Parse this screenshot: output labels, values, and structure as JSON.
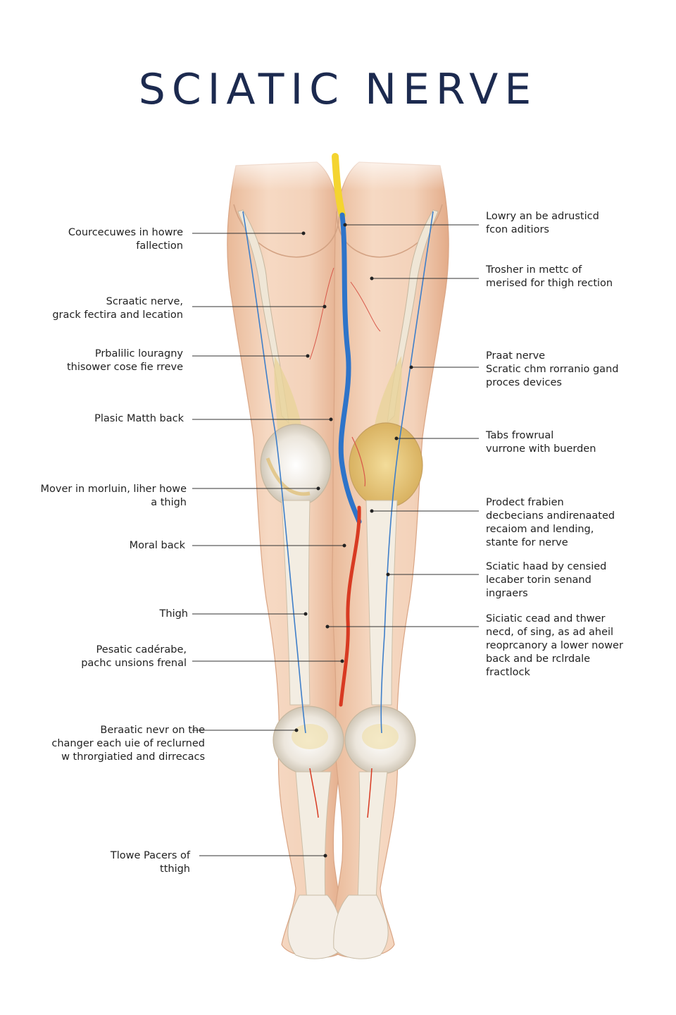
{
  "title": "SCIATIC NERVE",
  "colors": {
    "title": "#1c2a4f",
    "skin": "#f1cfb3",
    "bone": "#f3ece1",
    "cartilage": "#e8c77a",
    "nerve_blue": "#2e74c9",
    "nerve_red": "#d83a22",
    "nerve_yellow": "#f4d430",
    "leader_line": "#333333"
  },
  "labels_left": [
    "Courcecuwes in howre\nfallection",
    "Scraatic nerve,\ngrack fectira and lecation",
    "Prbalilic louragny\nthisower cose fie rreve",
    "Plasic Matth back",
    "Mover in morluin, liher howe\na thigh",
    "Moral back",
    "Thigh",
    "Pesatic cadérabe,\npachc unsions frenal",
    "Beraatic nevr on the\nchanger each uie of reclurned\nw throrgiatied and dirrecacs",
    "Tlowe Pacers of\ntthigh"
  ],
  "labels_right": [
    "Lowry an be adrusticd\nfcon aditiors",
    "Trosher in mettc of\nmerised for thigh rection",
    "Praat nerve\nScratic chm rorranio gand\nproces devices",
    "Tabs frowrual\nvurrone with buerden",
    "Prodect frabien\ndecbecians andirenaated\nrecaiom and lending,\nstante for nerve",
    "Sciatic haad by censied\nlecaber torin senand\ningraers",
    "Siciatic cead and thwer\nnecd, of sing, as ad aheil\nreoprcanory a lower nower\nback and be rclrdale\nfractlock"
  ]
}
